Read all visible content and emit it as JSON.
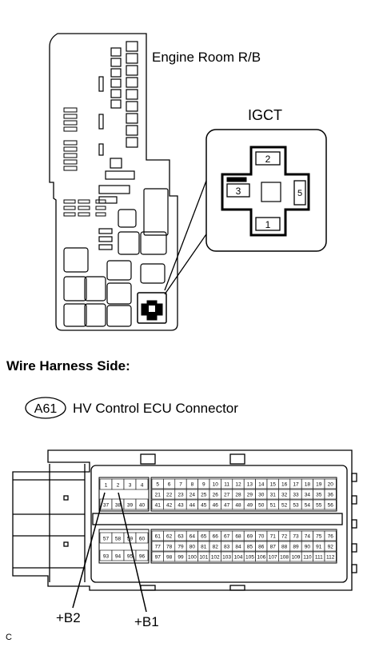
{
  "relay_block": {
    "title": "Engine Room R/B",
    "connector_name": "IGCT",
    "terminals": [
      "2",
      "3",
      "5",
      "1"
    ]
  },
  "section_heading": "Wire Harness Side:",
  "ecu_connector": {
    "code": "A61",
    "name": "HV Control ECU Connector",
    "pins_block1_top": [
      "1",
      "2",
      "3",
      "4"
    ],
    "pins_block1_row2": [
      "37",
      "38",
      "39",
      "40"
    ],
    "pins_block1_bottom_a": [
      "57",
      "58",
      "59",
      "60"
    ],
    "pins_block1_bottom_b": [
      "93",
      "94",
      "95",
      "96"
    ],
    "pins_block2_row1": [
      "5",
      "6",
      "7",
      "8",
      "9",
      "10",
      "11",
      "12",
      "13",
      "14",
      "15",
      "16",
      "17",
      "18",
      "19",
      "20"
    ],
    "pins_block2_row2": [
      "21",
      "22",
      "23",
      "24",
      "25",
      "26",
      "27",
      "28",
      "29",
      "30",
      "31",
      "32",
      "33",
      "34",
      "35",
      "36"
    ],
    "pins_block2_row3": [
      "41",
      "42",
      "43",
      "44",
      "45",
      "46",
      "47",
      "48",
      "49",
      "50",
      "51",
      "52",
      "53",
      "54",
      "55",
      "56"
    ],
    "pins_block3_row1": [
      "61",
      "62",
      "63",
      "64",
      "65",
      "66",
      "67",
      "68",
      "69",
      "70",
      "71",
      "72",
      "73",
      "74",
      "75",
      "76"
    ],
    "pins_block3_row2": [
      "77",
      "78",
      "79",
      "80",
      "81",
      "82",
      "83",
      "84",
      "85",
      "86",
      "87",
      "88",
      "89",
      "90",
      "91",
      "92"
    ],
    "pins_block3_row3": [
      "97",
      "98",
      "99",
      "100",
      "101",
      "102",
      "103",
      "104",
      "105",
      "106",
      "107",
      "108",
      "109",
      "110",
      "111",
      "112"
    ]
  },
  "callouts": {
    "b2": "+B2",
    "b1": "+B1"
  },
  "corner_mark": "C"
}
